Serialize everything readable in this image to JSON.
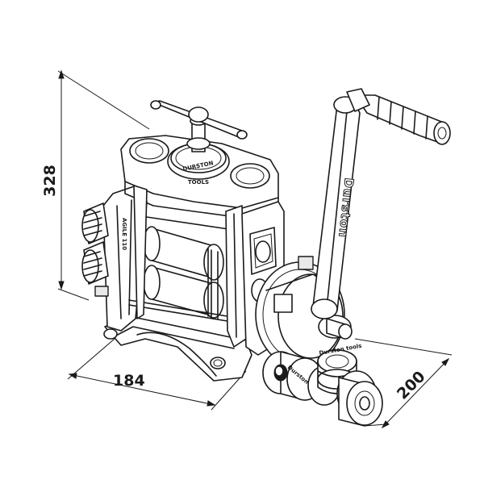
{
  "dimensions": {
    "height": "328",
    "width": "184",
    "depth": "200"
  },
  "markings": {
    "handle_brand": "Durston",
    "side_model": "AGILE 110",
    "dial_brand": "DURSTON",
    "dial_sub": "TOOLS",
    "roller_brand": "Durston tools"
  }
}
